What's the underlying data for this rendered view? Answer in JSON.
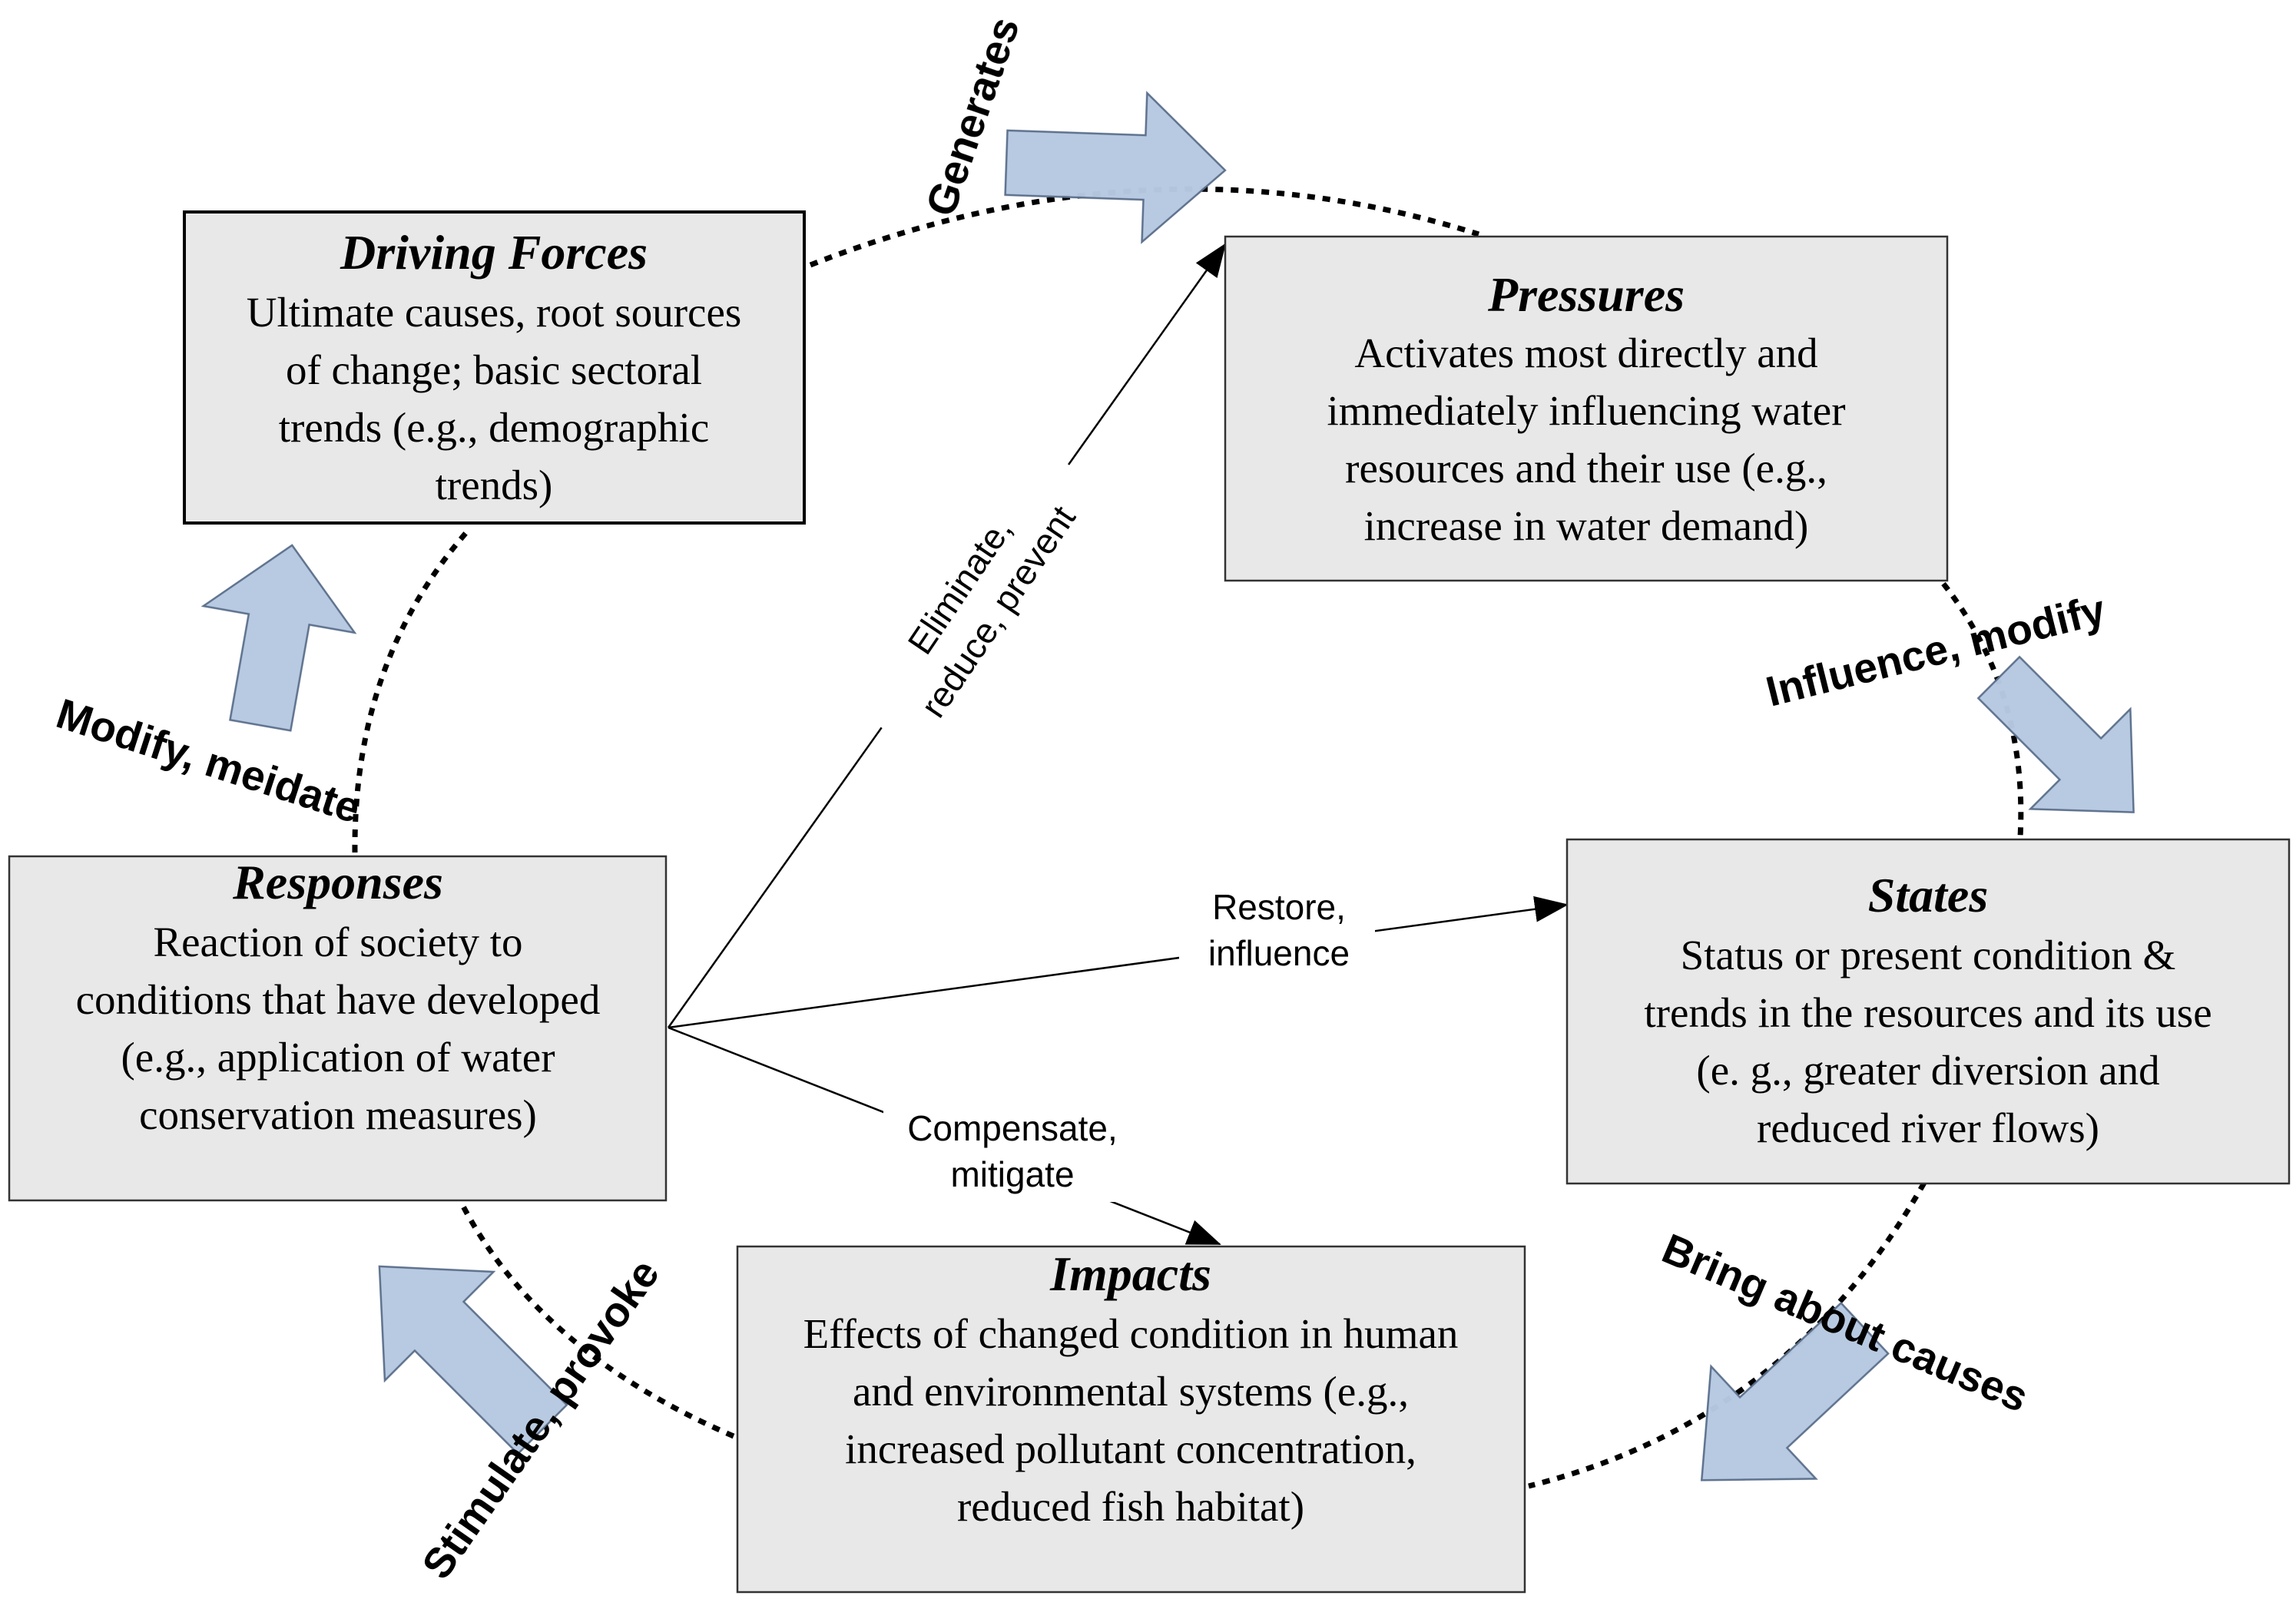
{
  "colors": {
    "box_fill": "#e8e8e8",
    "box_stroke": "#333333",
    "arrow_fill": "#b7c9e1",
    "arrow_stroke": "#5b6f8c",
    "line": "#000000"
  },
  "boxes": {
    "driving_forces": {
      "title": "Driving Forces",
      "lines": [
        "Ultimate causes, root sources",
        "of change; basic sectoral",
        "trends (e.g., demographic",
        "trends)"
      ]
    },
    "pressures": {
      "title": "Pressures",
      "lines": [
        "Activates most directly and",
        "immediately influencing water",
        "resources and their use (e.g.,",
        "increase in water demand)"
      ]
    },
    "states": {
      "title": "States",
      "lines": [
        "Status or present condition &",
        "trends in the resources and its use",
        "(e. g., greater diversion and",
        "reduced river flows)"
      ]
    },
    "impacts": {
      "title": "Impacts",
      "lines": [
        "Effects of changed condition in human",
        "and environmental systems (e.g.,",
        "increased pollutant concentration,",
        "reduced fish habitat)"
      ]
    },
    "responses": {
      "title": "Responses",
      "lines": [
        "Reaction of society to",
        "conditions that have developed",
        "(e.g., application of water",
        "conservation measures)"
      ]
    }
  },
  "cycle_labels": {
    "generates": "Generates",
    "influence_modify": "Influence, modify",
    "bring_about_causes": "Bring about causes",
    "stimulate_provoke": "Stimulate, provoke",
    "modify_meidate": "Modify, meidate"
  },
  "response_links": {
    "eliminate": [
      "Eliminate,",
      "reduce, prevent"
    ],
    "restore": [
      "Restore,",
      "influence"
    ],
    "compensate": [
      "Compensate,",
      "mitigate"
    ]
  }
}
